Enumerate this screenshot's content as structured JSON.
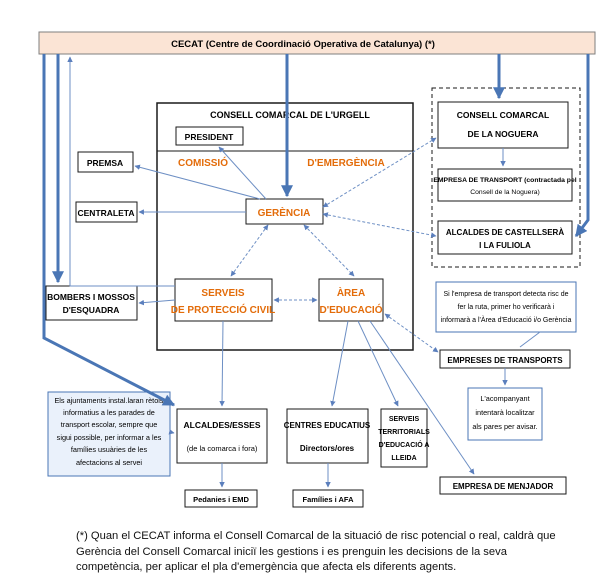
{
  "header": {
    "cecat": "CECAT (Centre de Coordinació Operativa de Catalunya) (*)"
  },
  "consell_urgell": {
    "title": "CONSELL COMARCAL DE L'URGELL"
  },
  "president": "PRESIDENT",
  "comissio": {
    "left": "COMISSIÓ",
    "right": "D'EMERGÈNCIA"
  },
  "gerencia": "GERÈNCIA",
  "premsa": "PREMSA",
  "centraleta": "CENTRALETA",
  "bombers": {
    "line1": "BOMBERS I MOSSOS",
    "line2": "D'ESQUADRA"
  },
  "serveis_pc": {
    "line1": "SERVEIS",
    "line2": "DE PROTECCIÓ CIVIL"
  },
  "area_educacio": {
    "line1": "ÀREA",
    "line2": "D'EDUCACIÓ"
  },
  "noguera": {
    "line1": "CONSELL COMARCAL",
    "line2": "DE LA NOGUERA"
  },
  "empresa_transport_noguera": {
    "line1": "EMPRESA DE TRANSPORT (contractada pel",
    "line2": "Consell de la Noguera)"
  },
  "alcaldes_castellsera": {
    "line1": "ALCALDES DE CASTELLSERÀ",
    "line2": "I LA FULIOLA"
  },
  "note_ajuntaments": {
    "lines": [
      "Els ajuntaments instal.laran rètols",
      "informatius a les parades de",
      "transport escolar, sempre que",
      "sigui possible, per informar a les",
      "famílies usuàries de les",
      "afectacions al servei"
    ]
  },
  "alcaldes_esses": {
    "line1": "ALCALDES/ESSES",
    "line2": "(de la comarca i fora)"
  },
  "centres_educatius": {
    "line1": "CENTRES EDUCATIUS",
    "line2": "Directors/ores"
  },
  "serveis_territorials": {
    "lines": [
      "SERVEIS",
      "TERRITORIALS",
      "D'EDUCACIÓ A",
      "LLEIDA"
    ]
  },
  "note_empresa": {
    "lines": [
      "Si l'empresa de transport detecta risc de",
      "fer la ruta, primer ho verificarà i",
      "informarà a l'Àrea d'Educació i/o Gerència"
    ]
  },
  "empreses_transports": "EMPRESES DE TRANSPORTS",
  "note_acompanyant": {
    "lines": [
      "L'acompanyant",
      "intentarà localitzar",
      "als pares per avisar."
    ]
  },
  "pedanies": "Pedanies i EMD",
  "families": "Famílies i AFA",
  "empresa_menjador": "EMPRESA DE MENJADOR",
  "footnote": "(*) Quan el CECAT informa el Consell Comarcal de la situació de risc potencial o real, caldrà que Gerència del Consell Comarcal iniciï les gestions i es prenguin les decisions de la seva competència, per aplicar el pla d'emergència que afecta els diferents agents.",
  "colors": {
    "accent_orange": "#e36c0a",
    "header_fill": "#fbe4d5",
    "arrow_blue": "#4a76b5",
    "line_blue": "#6d8fc4",
    "note_fill": "#eaf1fb"
  }
}
